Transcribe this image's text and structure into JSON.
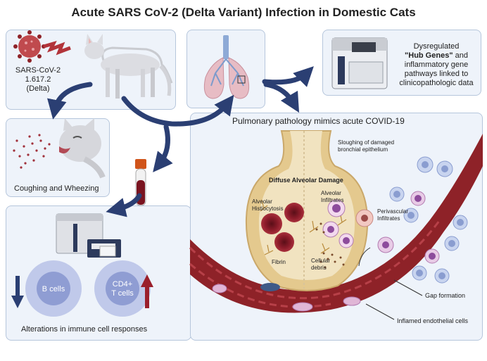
{
  "title": "Acute SARS CoV-2 (Delta Variant) Infection in Domestic Cats",
  "panels": {
    "virus_label_1": "SARS-CoV-2",
    "virus_label_2": "1.617.2",
    "virus_label_3": "(Delta)",
    "cough_label": "Coughing and Wheezing",
    "genes_pre": "Dysregulated",
    "genes_bold": "\"Hub Genes\"",
    "genes_post_1": "and",
    "genes_post_2": "inflammatory gene",
    "genes_post_3": "pathways linked to",
    "genes_post_4": "clinicopathologic data",
    "immune_label": "Alterations in immune cell responses",
    "b_cells": "B cells",
    "cd4_1": "CD4+",
    "cd4_2": "T cells",
    "pathology_title": "Pulmonary pathology mimics acute COVID-19"
  },
  "pathology": {
    "sloughing_1": "Sloughing of damaged",
    "sloughing_2": "bronchial epithelium",
    "dad": "Diffuse Alveolar Damage",
    "histio_1": "Alveolar",
    "histio_2": "Histiocytosis",
    "infil_1": "Alveolar",
    "infil_2": "Infiltrates",
    "fibrin": "Fibrin",
    "debris_1": "Cellular",
    "debris_2": "debris",
    "peri_1": "Perivascular",
    "peri_2": "Infiltrates",
    "gap": "Gap formation",
    "endo": "Inflamed endothelial cells"
  },
  "colors": {
    "panel_bg": "#eef3fa",
    "panel_border": "#b6c6dc",
    "arrow": "#2b3f73",
    "vessel": "#8e2228",
    "alveolus": "#e4c98e",
    "virus": "#b2343a"
  },
  "icons": [
    "virus-icon",
    "cat-icon",
    "lung-icon",
    "sequencer-icon",
    "blood-tube-icon",
    "flow-cytometer-icon",
    "arrow-down-icon",
    "arrow-up-icon"
  ]
}
